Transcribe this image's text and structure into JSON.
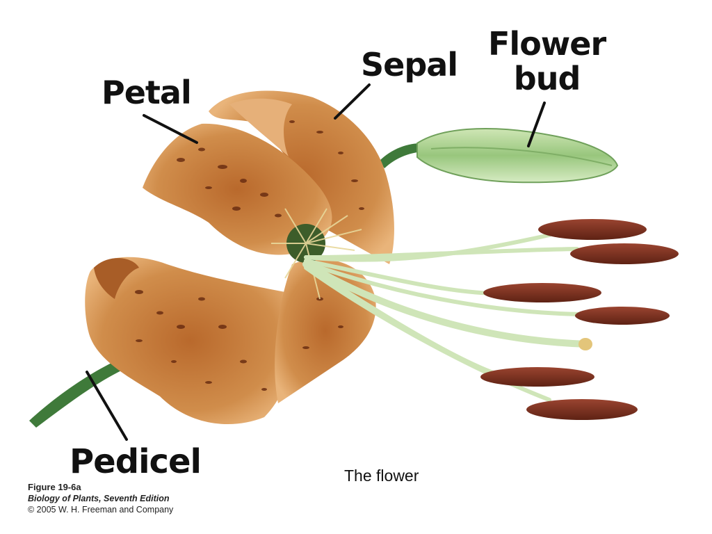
{
  "labels": {
    "petal": "Petal",
    "sepal": "Sepal",
    "flower_bud_line1": "Flower",
    "flower_bud_line2": "bud",
    "pedicel": "Pedicel"
  },
  "caption": "The flower",
  "credits": {
    "figure": "Figure 19-6a",
    "book": "Biology of Plants, Seventh Edition",
    "copyright": "© 2005 W. H. Freeman and Company"
  },
  "colors": {
    "petal": "#c9803f",
    "petal_light": "#e2a766",
    "spots": "#6b2e12",
    "stem": "#3f7a3a",
    "bud": "#a7cf8e",
    "anther": "#7a2e1c",
    "filament": "#cfe5b8"
  }
}
